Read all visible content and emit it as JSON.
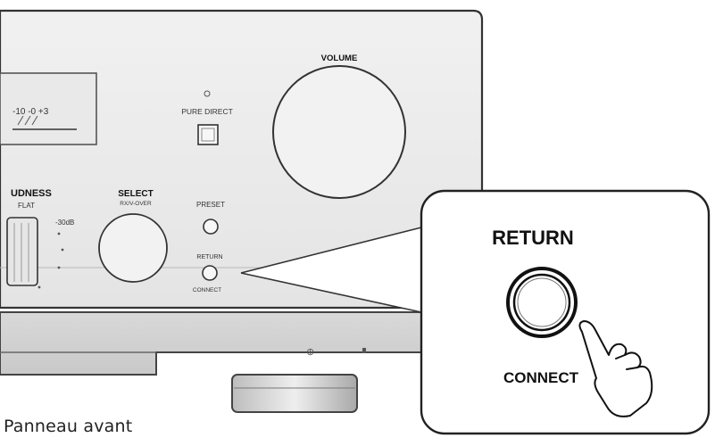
{
  "panel": {
    "volume_label": "VOLUME",
    "pure_direct_label": "PURE DIRECT",
    "loudness_label": "UDNESS",
    "loudness_flat": "FLAT",
    "loudness_mark": "-30dB",
    "select_label": "SELECT",
    "select_sublabel": "RX/V-OVER",
    "preset_label": "PRESET",
    "return_label": "RETURN",
    "connect_small_label": "CONNECT",
    "meter_scale": "-10 -0 +3"
  },
  "callout": {
    "title": "RETURN",
    "button_label": "CONNECT"
  },
  "caption": "Panneau avant"
}
